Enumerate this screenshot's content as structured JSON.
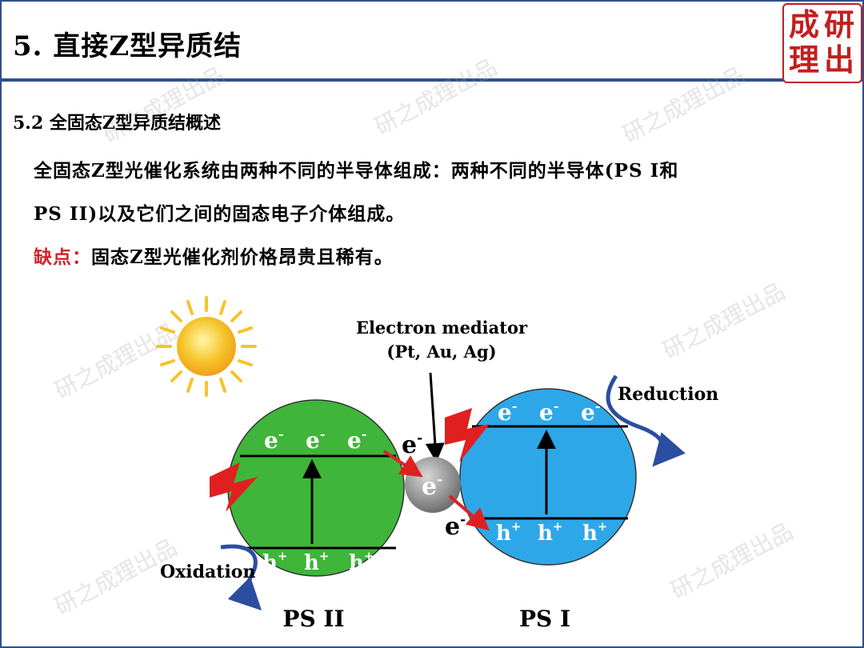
{
  "header": {
    "title": "5. 直接Z型异质结",
    "seal_chars": [
      "成",
      "研",
      "理",
      "出"
    ]
  },
  "section": {
    "subtitle": "5.2 全固态Z型异质结概述",
    "line1": "全固态Z型光催化系统由两种不同的半导体组成：两种不同的半导体(PS I和",
    "line2": "PS II)以及它们之间的固态电子介体组成。",
    "drawback_label": "缺点：",
    "drawback_text": "固态Z型光催化剂价格昂贵且稀有。"
  },
  "watermark": {
    "text": "研之成理出品"
  },
  "diagram": {
    "mediator_label_1": "Electron mediator",
    "mediator_label_2": "(Pt, Au, Ag)",
    "reduction_label": "Reduction",
    "oxidation_label": "Oxidation",
    "ps2_label": "PS II",
    "ps1_label": "PS I",
    "electron": "e",
    "hole": "h",
    "minus": "-",
    "plus": "+",
    "colors": {
      "ps2_fill": "#3fb53a",
      "ps1_fill": "#2ea7e8",
      "mediator_fill": "#8a8a8a",
      "sun": "#f6c42a",
      "bolt": "#e02020",
      "arrow_blue": "#2a4ea0",
      "header_rule": "#2f4f8a",
      "accent_red": "#d1222b"
    }
  }
}
